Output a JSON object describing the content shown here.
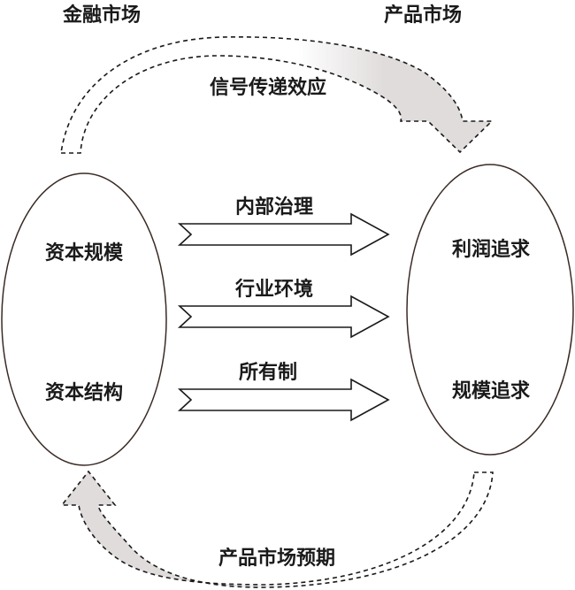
{
  "diagram": {
    "markets": {
      "financial": "金融市场",
      "product": "产品市场"
    },
    "left_node": {
      "items": [
        "资本规模",
        "资本结构"
      ]
    },
    "right_node": {
      "items": [
        "利润追求",
        "规模追求"
      ]
    },
    "links": [
      {
        "label": "内部治理",
        "from": "left_node",
        "to": "right_node"
      },
      {
        "label": "行业环境",
        "from": "left_node",
        "to": "right_node"
      },
      {
        "label": "所有制",
        "from": "left_node",
        "to": "right_node"
      }
    ],
    "feedback": {
      "top": {
        "label": "信号传递效应",
        "from": "金融市场",
        "to": "产品市场"
      },
      "bottom": {
        "label": "产品市场预期",
        "from": "产品市场",
        "to": "金融市场"
      }
    },
    "colors": {
      "stroke": "#1a1a1a",
      "ellipse_stroke": "#3a2a25",
      "arrow_fill": "#e0dcdc"
    }
  }
}
